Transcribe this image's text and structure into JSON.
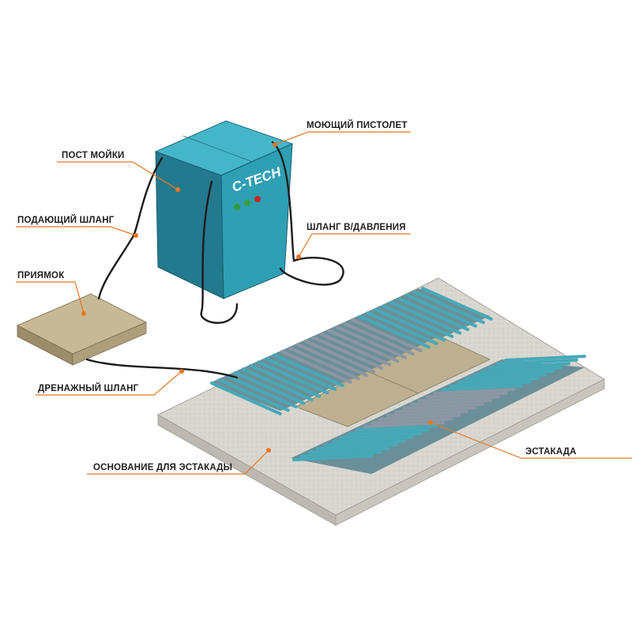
{
  "labels": {
    "wash_station": "ПОСТ МОЙКИ",
    "supply_hose": "ПОДАЮЩИЙ ШЛАНГ",
    "sump": "ПРИЯМОК",
    "drain_hose": "ДРЕНАЖНЫЙ ШЛАНГ",
    "base": "ОСНОВАНИЕ ДЛЯ ЭСТАКАДЫ",
    "wash_gun": "МОЮЩИЙ ПИСТОЛЕТ",
    "hp_hose": "ШЛАНГ В/ДАВЛЕНИЯ",
    "overpass": "ЭСТАКАДА"
  },
  "brand": {
    "logo_text": "C-TECH"
  },
  "colors": {
    "leader": "#e87722",
    "cabinet_front": "#2f9fb4",
    "cabinet_side": "#23798d",
    "cabinet_top": "#45b6c9",
    "rail_teal": "#46a9b8",
    "rail_grey": "#8c97a3",
    "concrete": "#d9d6d0",
    "plate": "#b8ad8f",
    "hose": "#1c1c1c"
  },
  "icons": [
    "indicator-lamp-red-icon",
    "indicator-lamp-green-icon",
    "indicator-lamp-blue-icon"
  ]
}
